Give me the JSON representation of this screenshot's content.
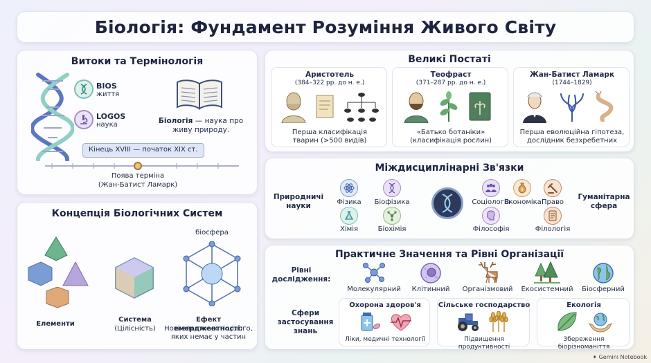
{
  "title": "Біологія: Фундамент Розуміння Живого Світу",
  "origins": {
    "heading": "Витоки та Термінологія",
    "bios_term": "BIOS",
    "bios_meaning": "життя",
    "logos_term": "LOGOS",
    "logos_meaning": "наука",
    "def_term": "Біологія",
    "def_rest": " — наука про живу природу.",
    "period": "Кінець XVIII — початок XIX ст.",
    "event_line1": "Поява терміна",
    "event_line2": "(Жан-Батист Ламарк)"
  },
  "figures": {
    "heading": "Великі Постаті",
    "cards": [
      {
        "name": "Аристотель",
        "dates": "(384–322 рр. до н. е.)",
        "line1": "Перша класифікація",
        "line2": "тварин (>500 видів)"
      },
      {
        "name": "Теофраст",
        "dates": "(371–287 рр. до н. е.)",
        "line1": "«Батько ботаніки»",
        "line2": "(класифікація рослин)"
      },
      {
        "name": "Жан-Батист Ламарк",
        "dates": "(1744–1829)",
        "line1": "Перша еволюційна гіпотеза,",
        "line2": "дослідник безхребетних"
      }
    ]
  },
  "systems": {
    "heading": "Концепція Біологічних Систем",
    "biosphere": "біосфера",
    "elements": "Елементи",
    "system_line1": "Система",
    "system_line2": "(Цілісність)",
    "emergence_title": "Ефект емерджентності:",
    "emergence_line1": "Нові властивості цілого,",
    "emergence_line2": "яких немає у частин"
  },
  "interdisciplinary": {
    "heading": "Міждисциплінарні Зв'язки",
    "natural_line1": "Природничі",
    "natural_line2": "науки",
    "humanities_line1": "Гуманітарна",
    "humanities_line2": "сфера",
    "physics": "Фізика",
    "biophysics": "Біофізика",
    "chemistry": "Хімія",
    "biochemistry": "Біохімія",
    "sociology": "Соціологія",
    "economics": "Економіка",
    "law": "Право",
    "philosophy": "Філософія",
    "philology": "Філологія"
  },
  "practical": {
    "heading": "Практичне Значення та Рівні Організації",
    "levels_line1": "Рівні",
    "levels_line2": "дослідження:",
    "levels": [
      "Молекулярний",
      "Клітинний",
      "Організмовий",
      "Екосистемний",
      "Біосферний"
    ],
    "spheres_line1": "Сфери",
    "spheres_line2": "застосування",
    "spheres_line3": "знань",
    "spheres": [
      {
        "title": "Охорона здоров'я",
        "desc": "Ліки, медичні технології"
      },
      {
        "title": "Сільське господарство",
        "desc": "Підвищення продуктивності"
      },
      {
        "title": "Екологія",
        "desc": "Збереження біорізноманіття"
      }
    ]
  },
  "footer": "Gemini Notebook",
  "colors": {
    "navy": "#1d2440",
    "accent_blue": "#3b5ea8",
    "teal": "#2e8c84",
    "purple": "#8a6bbf"
  }
}
